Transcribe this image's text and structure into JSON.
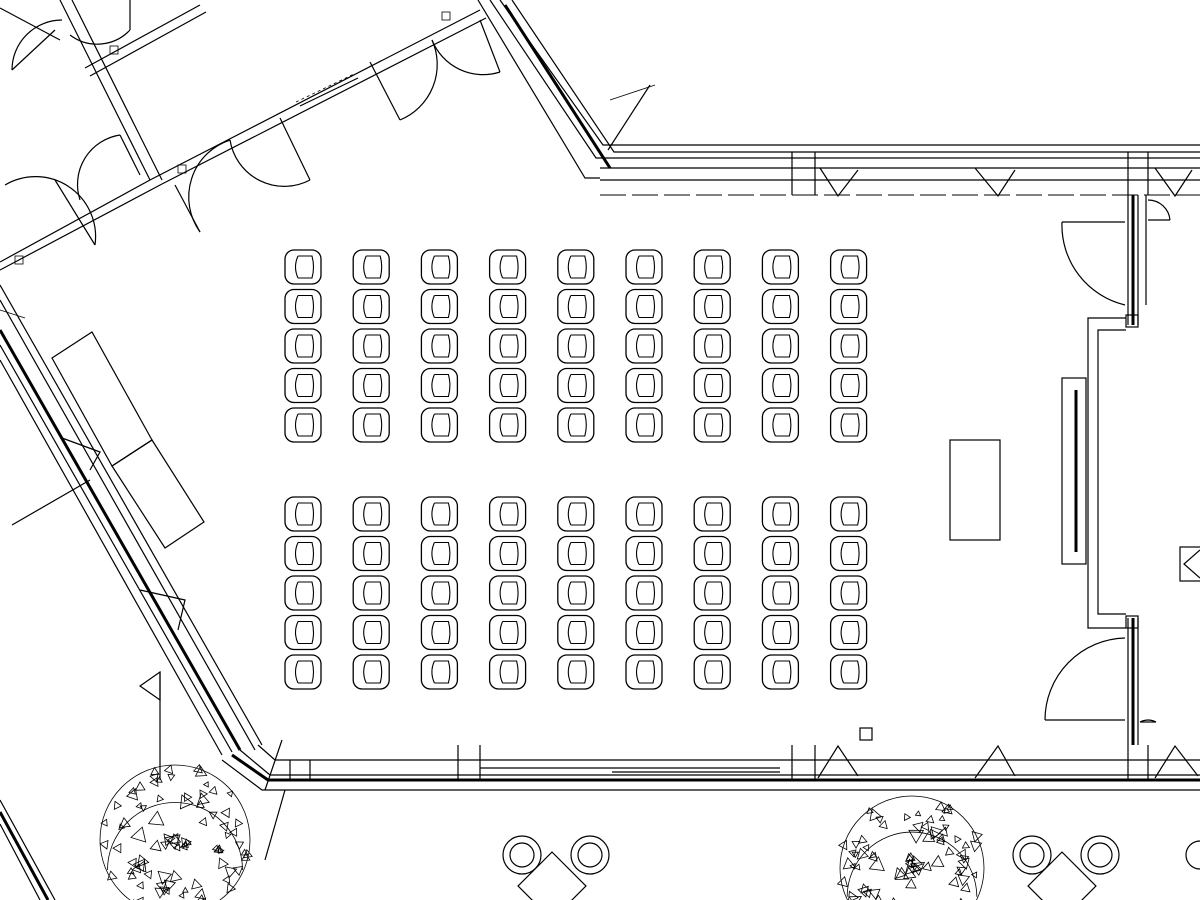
{
  "drawing": {
    "type": "architectural-floor-plan",
    "room": "seminar-room",
    "line_color": "#000000",
    "background": "#ffffff",
    "text_labels": []
  },
  "seating": {
    "blocks": 2,
    "rows_per_block": 5,
    "columns": 9,
    "chair_count": 90
  },
  "furniture": {
    "lectern": 1,
    "stage": 1,
    "cafe_table_sets": 2,
    "trees": 2,
    "flagpole": 1
  },
  "doors": {
    "room_doors": 2,
    "corridor_doors": 6
  }
}
